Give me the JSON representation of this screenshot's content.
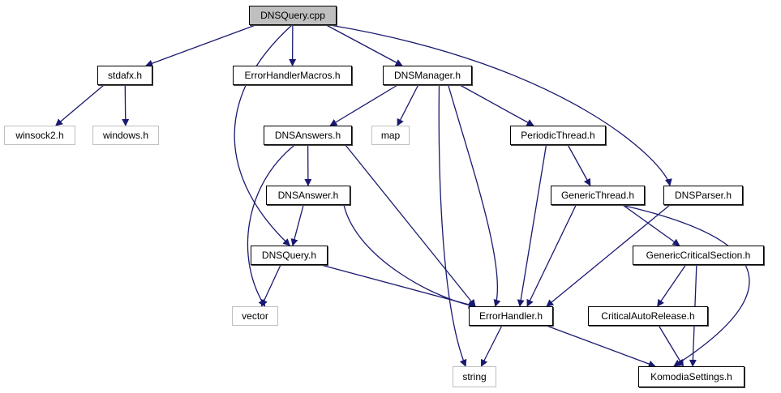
{
  "diagram": {
    "title": "DNSQuery.cpp include dependency graph",
    "edge_color": "#191970",
    "nodes": [
      {
        "id": "dnsquery_cpp",
        "label": "DNSQuery.cpp",
        "kind": "root"
      },
      {
        "id": "stdafx",
        "label": "stdafx.h",
        "kind": "file"
      },
      {
        "id": "errorhandlermacros",
        "label": "ErrorHandlerMacros.h",
        "kind": "file"
      },
      {
        "id": "dnsmanager",
        "label": "DNSManager.h",
        "kind": "file"
      },
      {
        "id": "winsock2",
        "label": "winsock2.h",
        "kind": "external"
      },
      {
        "id": "windows",
        "label": "windows.h",
        "kind": "external"
      },
      {
        "id": "dnsanswers",
        "label": "DNSAnswers.h",
        "kind": "file"
      },
      {
        "id": "map",
        "label": "map",
        "kind": "external"
      },
      {
        "id": "periodicthread",
        "label": "PeriodicThread.h",
        "kind": "file"
      },
      {
        "id": "dnsanswer",
        "label": "DNSAnswer.h",
        "kind": "file"
      },
      {
        "id": "genericthread",
        "label": "GenericThread.h",
        "kind": "file"
      },
      {
        "id": "dnsparser",
        "label": "DNSParser.h",
        "kind": "file"
      },
      {
        "id": "dnsquery_h",
        "label": "DNSQuery.h",
        "kind": "file"
      },
      {
        "id": "genericcriticalsection",
        "label": "GenericCriticalSection.h",
        "kind": "file"
      },
      {
        "id": "vector",
        "label": "vector",
        "kind": "external"
      },
      {
        "id": "errorhandler",
        "label": "ErrorHandler.h",
        "kind": "file"
      },
      {
        "id": "criticalautorelease",
        "label": "CriticalAutoRelease.h",
        "kind": "file"
      },
      {
        "id": "string",
        "label": "string",
        "kind": "external"
      },
      {
        "id": "komodiasettings",
        "label": "KomodiaSettings.h",
        "kind": "file"
      }
    ],
    "edges": [
      [
        "dnsquery_cpp",
        "stdafx"
      ],
      [
        "dnsquery_cpp",
        "errorhandlermacros"
      ],
      [
        "dnsquery_cpp",
        "dnsmanager"
      ],
      [
        "dnsquery_cpp",
        "dnsquery_h"
      ],
      [
        "dnsquery_cpp",
        "dnsparser"
      ],
      [
        "stdafx",
        "winsock2"
      ],
      [
        "stdafx",
        "windows"
      ],
      [
        "dnsmanager",
        "dnsanswers"
      ],
      [
        "dnsmanager",
        "map"
      ],
      [
        "dnsmanager",
        "periodicthread"
      ],
      [
        "dnsmanager",
        "string"
      ],
      [
        "dnsmanager",
        "errorhandler"
      ],
      [
        "dnsanswers",
        "dnsanswer"
      ],
      [
        "dnsanswers",
        "vector"
      ],
      [
        "dnsanswers",
        "errorhandler"
      ],
      [
        "dnsanswer",
        "dnsquery_h"
      ],
      [
        "dnsanswer",
        "errorhandler"
      ],
      [
        "dnsquery_h",
        "vector"
      ],
      [
        "dnsquery_h",
        "errorhandler"
      ],
      [
        "periodicthread",
        "genericthread"
      ],
      [
        "periodicthread",
        "errorhandler"
      ],
      [
        "genericthread",
        "errorhandler"
      ],
      [
        "genericthread",
        "genericcriticalsection"
      ],
      [
        "genericthread",
        "komodiasettings"
      ],
      [
        "dnsparser",
        "errorhandler"
      ],
      [
        "genericcriticalsection",
        "criticalautorelease"
      ],
      [
        "genericcriticalsection",
        "komodiasettings"
      ],
      [
        "criticalautorelease",
        "komodiasettings"
      ],
      [
        "errorhandler",
        "string"
      ],
      [
        "errorhandler",
        "komodiasettings"
      ]
    ]
  }
}
